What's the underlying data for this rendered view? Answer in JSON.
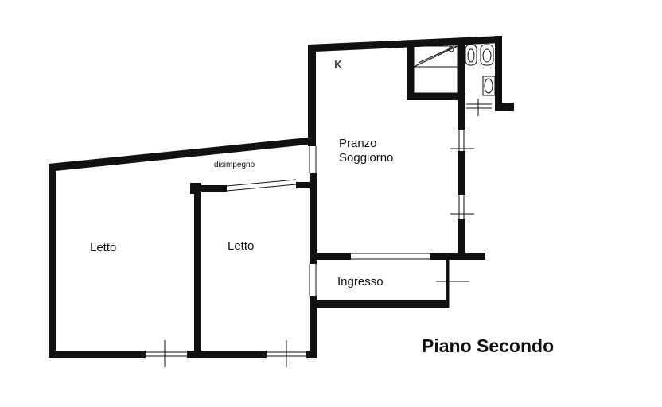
{
  "plan": {
    "title": "Piano Secondo",
    "rooms": {
      "kitchen": "K",
      "living_line1": "Pranzo",
      "living_line2": "Soggiorno",
      "hallway": "disimpegno",
      "bedroom_left": "Letto",
      "bedroom_right": "Letto",
      "entrance": "Ingresso"
    },
    "colors": {
      "wall": "#111111",
      "background": "#ffffff"
    }
  }
}
